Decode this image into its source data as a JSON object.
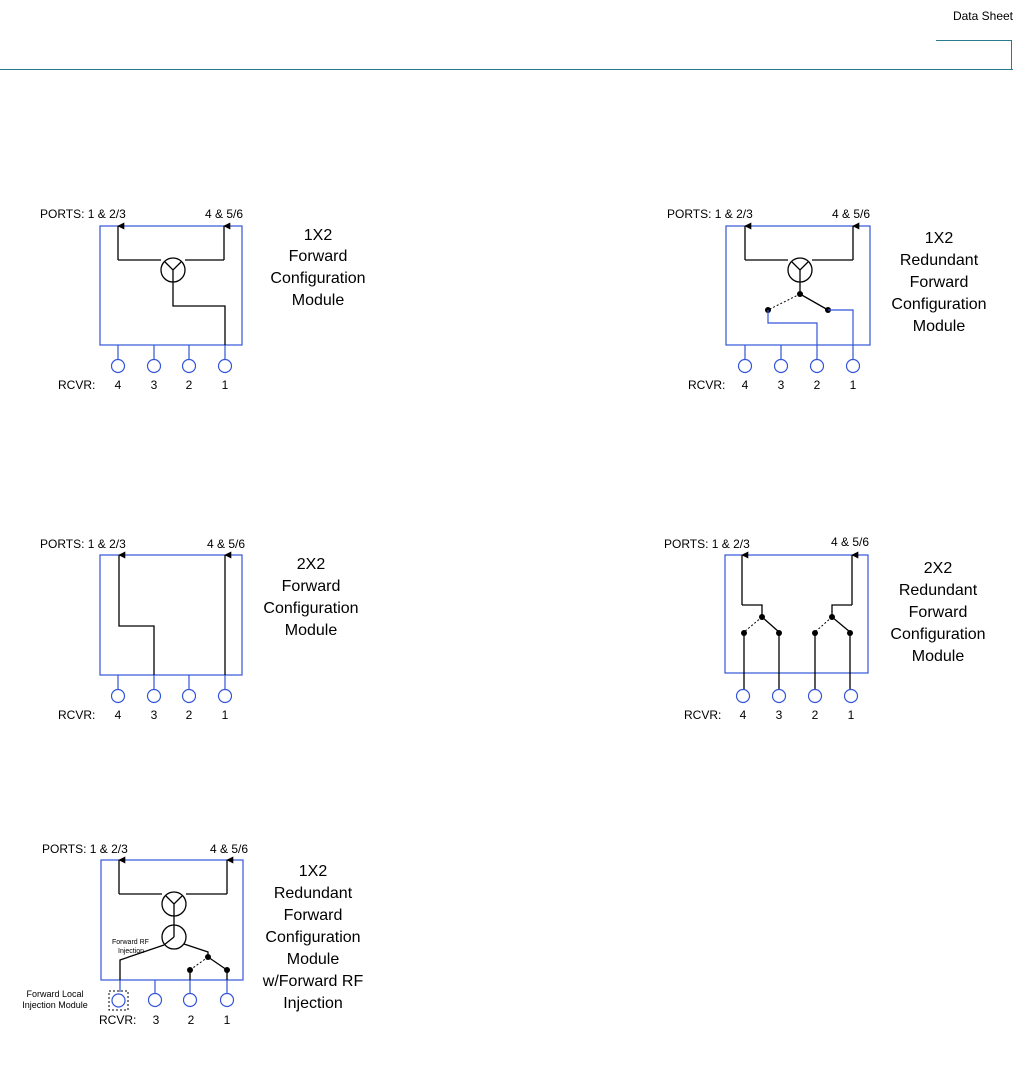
{
  "header": {
    "title": "Data Sheet"
  },
  "modules": [
    {
      "ports_left": "PORTS: 1 & 2/3",
      "ports_right": "4 & 5/6",
      "title": [
        "1X2",
        "Forward",
        "Configuration",
        "Module"
      ],
      "rcvr_prefix": "RCVR:",
      "rcvr": [
        "4",
        "3",
        "2",
        "1"
      ]
    },
    {
      "ports_left": "PORTS: 1 & 2/3",
      "ports_right": "4 & 5/6",
      "title": [
        "1X2",
        "Redundant",
        "Forward",
        "Configuration",
        "Module"
      ],
      "rcvr_prefix": "RCVR:",
      "rcvr": [
        "4",
        "3",
        "2",
        "1"
      ]
    },
    {
      "ports_left": "PORTS: 1 & 2/3",
      "ports_right": "4 & 5/6",
      "title": [
        "2X2",
        "Forward",
        "Configuration",
        "Module"
      ],
      "rcvr_prefix": "RCVR:",
      "rcvr": [
        "4",
        "3",
        "2",
        "1"
      ]
    },
    {
      "ports_left": "PORTS: 1 & 2/3",
      "ports_right": "4 & 5/6",
      "title": [
        "2X2",
        "Redundant",
        "Forward",
        "Configuration",
        "Module"
      ],
      "rcvr_prefix": "RCVR:",
      "rcvr": [
        "4",
        "3",
        "2",
        "1"
      ]
    },
    {
      "ports_left": "PORTS: 1 & 2/3",
      "ports_right": "4 & 5/6",
      "title": [
        "1X2",
        "Redundant",
        "Forward",
        "Configuration",
        "Module",
        "w/Forward RF",
        "Injection"
      ],
      "rcvr_prefix": "RCVR:",
      "rcvr": [
        "3",
        "2",
        "1"
      ],
      "inner_label": [
        "Forward RF",
        "Injection"
      ],
      "side_label": [
        "Forward Local",
        "Injection Module"
      ]
    }
  ]
}
